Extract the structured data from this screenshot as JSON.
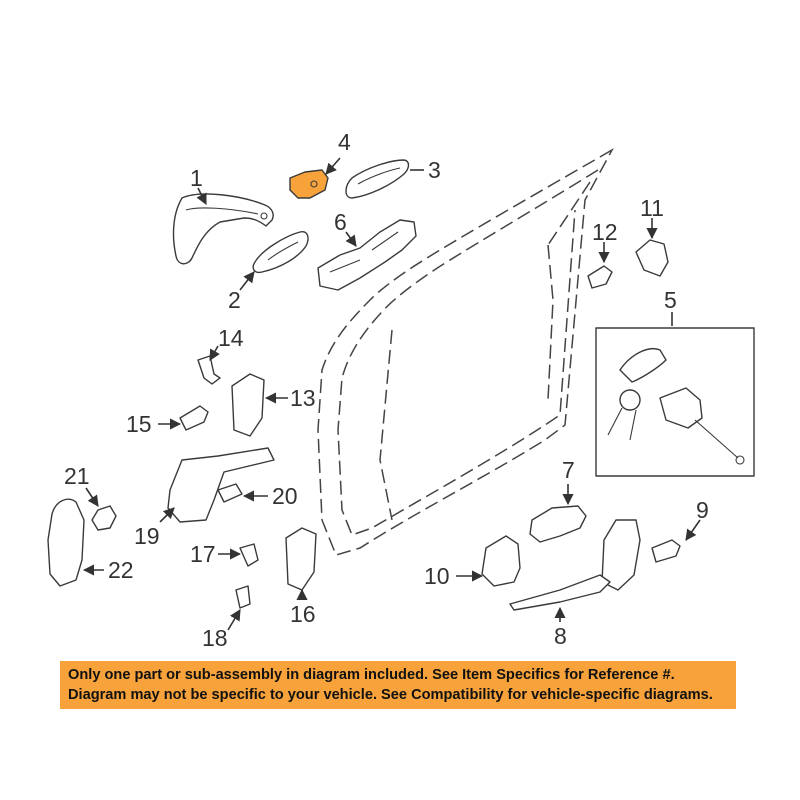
{
  "diagram": {
    "highlight_color": "#f7a23a",
    "highlighted_part": "4",
    "callouts": [
      "1",
      "2",
      "3",
      "4",
      "5",
      "6",
      "7",
      "8",
      "9",
      "10",
      "11",
      "12",
      "13",
      "14",
      "15",
      "16",
      "17",
      "18",
      "19",
      "20",
      "21",
      "22"
    ]
  },
  "notice": {
    "line1": "Only one part or sub-assembly in diagram included. See Item Specifics for Reference #.",
    "line2": "Diagram may not be specific to your vehicle. See Compatibility for vehicle-specific diagrams.",
    "background": "#f7a23a"
  }
}
